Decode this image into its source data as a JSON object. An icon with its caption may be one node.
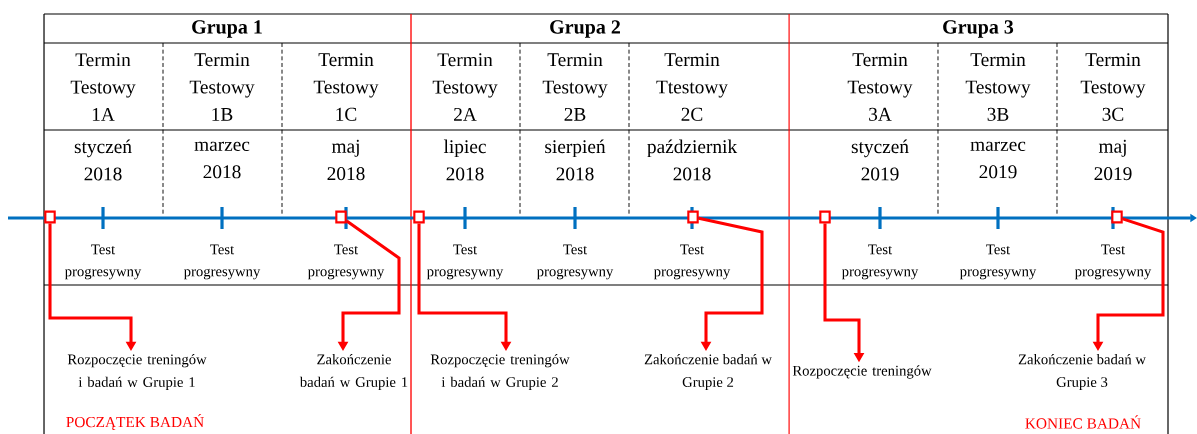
{
  "diagram": {
    "nodes": [
      {
        "text": [
          "Grupa 1"
        ]
      },
      {
        "text": [
          "Grupa 2"
        ]
      },
      {
        "text": [
          "Grupa 3"
        ]
      },
      {
        "text": [
          "Termin Testowy 1A"
        ]
      },
      {
        "text": [
          "Termin Testowy 1B"
        ]
      },
      {
        "text": [
          "Termin Testowy 1C"
        ]
      },
      {
        "text": [
          "Termin Testowy 2A"
        ]
      },
      {
        "text": [
          "Termin Testowy 2B"
        ]
      },
      {
        "text": [
          "Termin Ttestowy 2C"
        ]
      },
      {
        "text": [
          "Termin Testowy 3A"
        ]
      },
      {
        "text": [
          "Termin Testowy 3B"
        ]
      },
      {
        "text": [
          "Termin Testowy 3C"
        ]
      },
      {
        "text": [
          "styczeń 2018"
        ]
      },
      {
        "text": [
          "marzec 2018"
        ]
      },
      {
        "text": [
          "maj 2018"
        ]
      },
      {
        "text": [
          "lipiec 2018"
        ]
      },
      {
        "text": [
          "sierpień 2018"
        ]
      },
      {
        "text": [
          "październik 2018"
        ]
      },
      {
        "text": [
          "styczeń 2019"
        ]
      },
      {
        "text": [
          "marzec 2019"
        ]
      },
      {
        "text": [
          "maj 2019"
        ]
      },
      {
        "text": [],
        "shape": "box"
      },
      {
        "text": [],
        "shape": "box"
      },
      {
        "text": [],
        "shape": "box"
      },
      {
        "text": [],
        "shape": "box"
      },
      {
        "text": [],
        "shape": "box"
      },
      {
        "text": [],
        "shape": "box"
      },
      {
        "text": [
          "Rozpoczęcie treningów i badań w Grupie 1"
        ]
      },
      {
        "text": [
          "Zakończenie badań w Grupie 1"
        ]
      },
      {
        "text": [
          "Rozpoczęcie treningów i badań w Grupie 2"
        ]
      },
      {
        "text": [
          "Zakończenie badań w Grupie 2"
        ]
      },
      {
        "text": [
          "Rozpoczęcie treningów"
        ]
      },
      {
        "text": [
          "Zakończenie badań w Grupie 3"
        ]
      }
    ],
    "edges": [
      {
        "from": 21,
        "to": 27,
        "arrow": "to"
      },
      {
        "from": 22,
        "to": 28,
        "arrow": "to"
      },
      {
        "from": 23,
        "to": 29,
        "arrow": "to"
      },
      {
        "from": 24,
        "to": 30,
        "arrow": "to"
      },
      {
        "from": 25,
        "to": 31,
        "arrow": "to"
      },
      {
        "from": 26,
        "to": 32,
        "arrow": "to"
      }
    ],
    "labels": [
      "Test progresywny",
      "Test progresywny",
      "Test progresywny",
      "Test progresywny",
      "Test progresywny",
      "Test progresywny",
      "Test progresywny",
      "Test progresywny",
      "Test progresywny",
      "POCZĄTEK BADAŃ",
      "KONIEC BADAŃ"
    ]
  }
}
